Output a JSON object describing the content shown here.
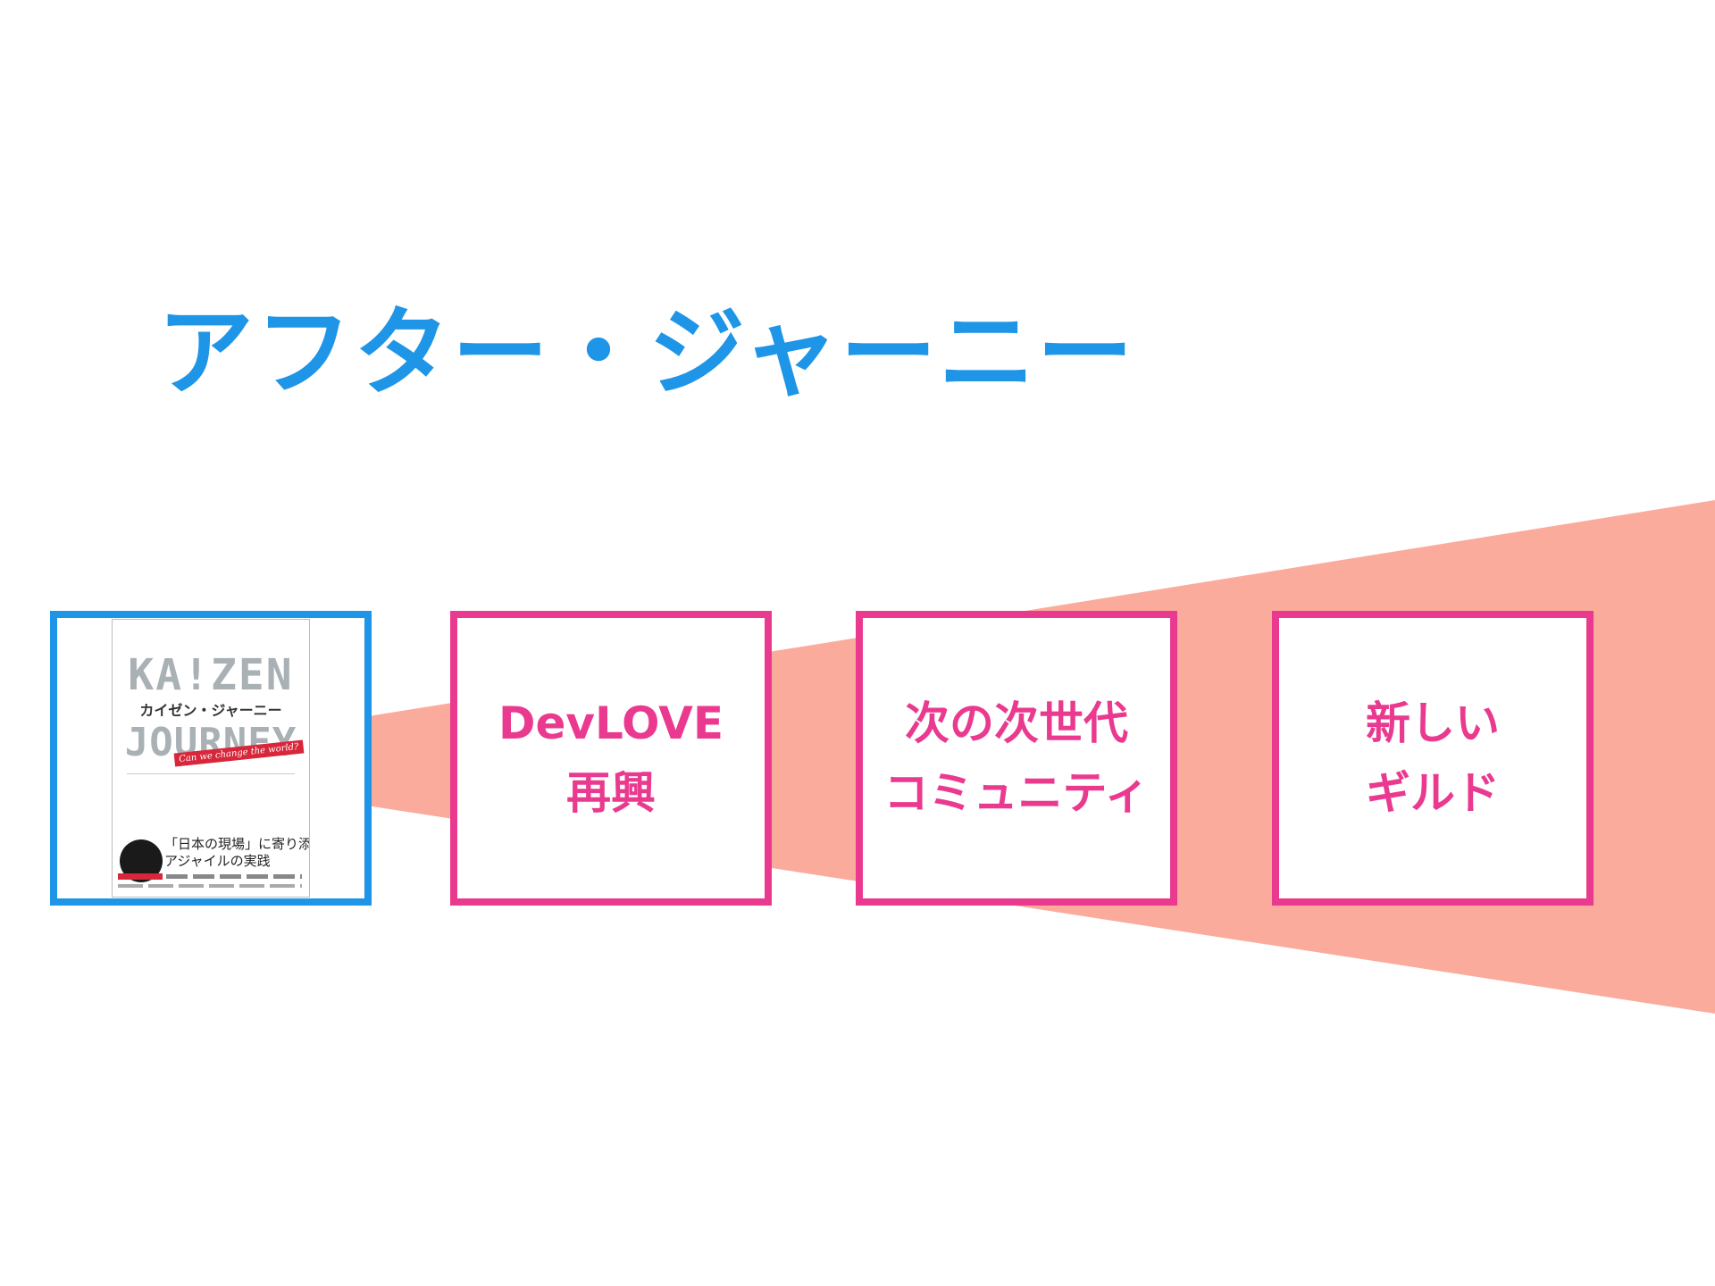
{
  "slide": {
    "title": "アフター・ジャーニー"
  },
  "book": {
    "title_en_line1": "KA!ZEN",
    "title_ja": "カイゼン・ジャーニー",
    "title_en_line2": "JOURNEY",
    "tag": "Can we change the world?",
    "catch_line1": "「日本の現場」に寄り添った",
    "catch_line2": "アジャイルの実践"
  },
  "boxes": [
    {
      "line1": "DevLOVE",
      "line2": "再興"
    },
    {
      "line1": "次の次世代",
      "line2": "コミュニティ"
    },
    {
      "line1": "新しい",
      "line2": "ギルド"
    }
  ],
  "colors": {
    "title": "#1e95e6",
    "book_frame": "#1e95e6",
    "box_frame": "#ea3a8f",
    "box_text": "#ea3a8f",
    "funnel": "#fbab9c"
  }
}
